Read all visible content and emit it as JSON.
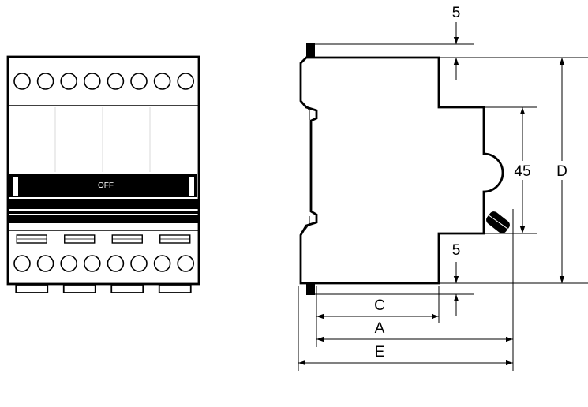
{
  "front_view": {
    "switch_label": "OFF",
    "top_terminal_count": 8,
    "bottom_terminal_count": 8,
    "pole_count": 4
  },
  "side_view": {
    "dimension_labels": {
      "top_gap": "5",
      "bottom_gap": "5",
      "front_height": "45",
      "overall_height": "D",
      "depth_c": "C",
      "depth_a": "A",
      "depth_e": "E"
    }
  },
  "colors": {
    "line": "#000000",
    "background": "#ffffff",
    "label_bar": "#000000"
  }
}
